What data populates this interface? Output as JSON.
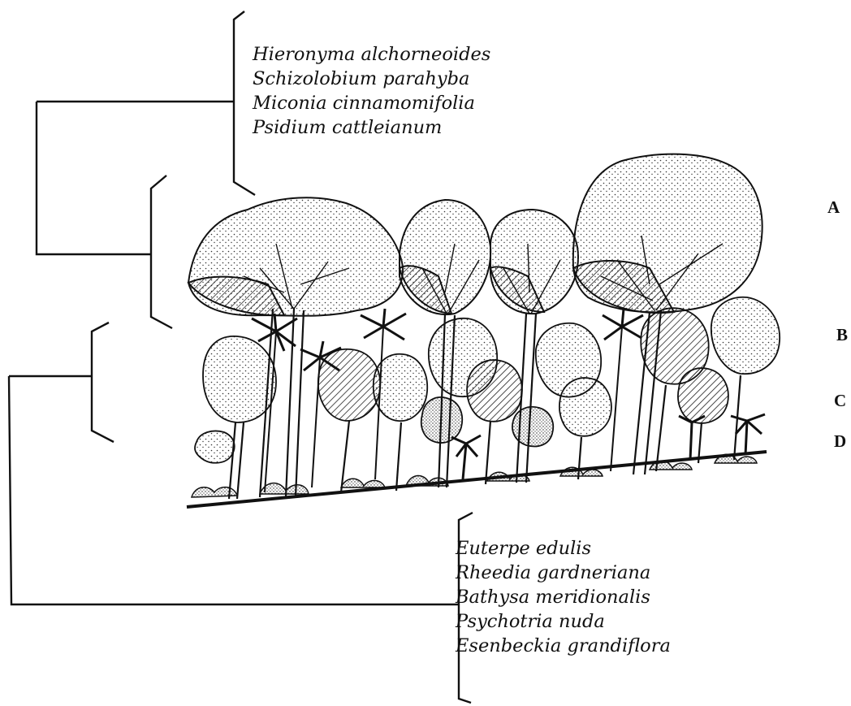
{
  "top_species": [
    "Hieronyma alchorneoides",
    "Schizolobium parahyba",
    "Miconia cinnamomifolia",
    "Psidium cattleianum"
  ],
  "bottom_species": [
    "Euterpe edulis",
    "Rheedia gardneriana",
    "Bathysa meridionalis",
    "Psychotria nuda",
    "Esenbeckia grandiflora"
  ],
  "strata": {
    "a": "A",
    "b": "B",
    "c": "C",
    "d": "D"
  }
}
